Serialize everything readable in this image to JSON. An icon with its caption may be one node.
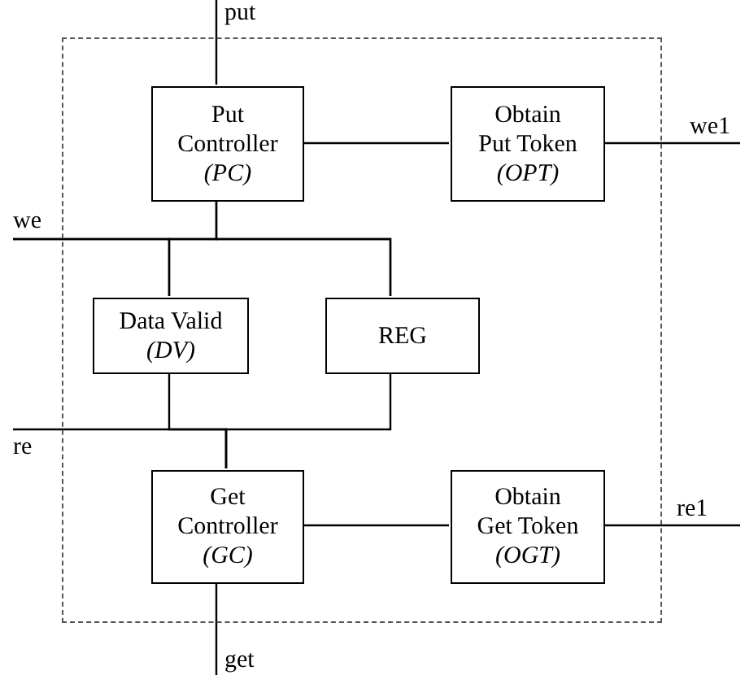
{
  "diagram": {
    "nodes": [
      {
        "text": [
          "put"
        ]
      },
      {
        "text": [],
        "shape": "box"
      },
      {
        "text": [
          "Put Controller",
          "(PC)"
        ],
        "in": 1
      },
      {
        "text": [
          "Obtain Put Token",
          "(OPT)"
        ],
        "in": 1
      },
      {
        "text": [
          "we1"
        ]
      },
      {
        "text": [
          "we"
        ]
      },
      {
        "text": [
          "Data Valid",
          "(DV)"
        ],
        "in": 1
      },
      {
        "text": [
          "REG"
        ],
        "in": 1
      },
      {
        "text": [
          "re"
        ]
      },
      {
        "text": [
          "Get Controller",
          "(GC)"
        ],
        "in": 1
      },
      {
        "text": [
          "Obtain Get Token",
          "(OGT)"
        ],
        "in": 1
      },
      {
        "text": [
          "re1"
        ]
      },
      {
        "text": [
          "get"
        ]
      }
    ],
    "edges": [
      {
        "from": 0,
        "to": 2,
        "arrow": "none"
      },
      {
        "from": 2,
        "to": 3,
        "arrow": "none"
      },
      {
        "from": 3,
        "to": 4,
        "arrow": "none"
      },
      {
        "from": 2,
        "to": 6,
        "arrow": "none"
      },
      {
        "from": 2,
        "to": 7,
        "arrow": "none"
      },
      {
        "from": 5,
        "to": 6,
        "arrow": "none"
      },
      {
        "from": 5,
        "to": 7,
        "arrow": "none"
      },
      {
        "from": 6,
        "to": 9,
        "arrow": "none"
      },
      {
        "from": 7,
        "to": 9,
        "arrow": "none"
      },
      {
        "from": 8,
        "to": 9,
        "arrow": "none"
      },
      {
        "from": 10,
        "to": 11,
        "arrow": "none"
      },
      {
        "from": 9,
        "to": 10,
        "arrow": "none"
      },
      {
        "from": 9,
        "to": 12,
        "arrow": "none"
      }
    ]
  }
}
